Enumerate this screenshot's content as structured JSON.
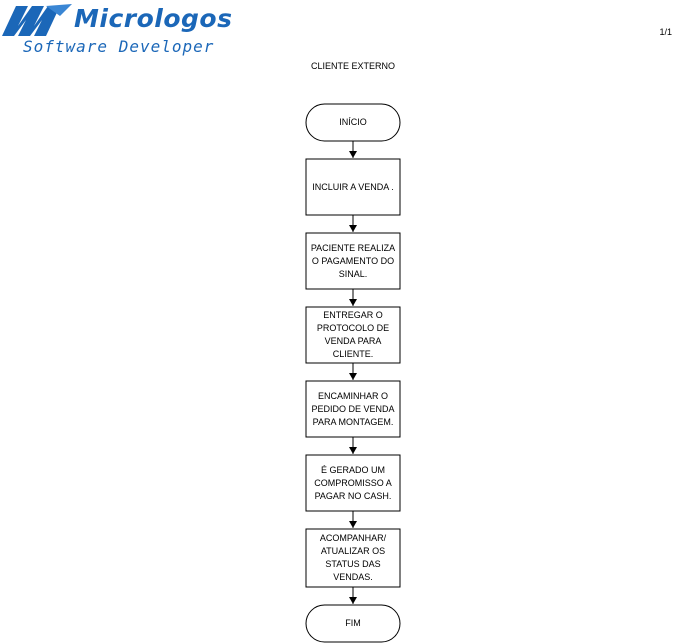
{
  "header": {
    "logo_name": "Micrologos",
    "logo_tagline": "Software Developer",
    "page_number": "1/1",
    "title": "CLIENTE EXTERNO"
  },
  "flowchart": {
    "nodes": [
      {
        "id": "inicio",
        "label": "INÍCIO",
        "shape": "terminator"
      },
      {
        "id": "incluir",
        "label": "INCLUIR A VENDA .",
        "shape": "process"
      },
      {
        "id": "sinal",
        "label": "PACIENTE REALIZA O PAGAMENTO DO SINAL.",
        "shape": "process"
      },
      {
        "id": "protocolo",
        "label": "ENTREGAR O PROTOCOLO DE VENDA PARA CLIENTE.",
        "shape": "process"
      },
      {
        "id": "montagem",
        "label": "ENCAMINHAR O PEDIDO DE VENDA PARA MONTAGEM.",
        "shape": "process"
      },
      {
        "id": "compromisso",
        "label": "É GERADO UM COMPROMISSO A PAGAR NO CASH.",
        "shape": "process"
      },
      {
        "id": "status",
        "label": "ACOMPANHAR/ ATUALIZAR OS STATUS DAS VENDAS.",
        "shape": "process"
      },
      {
        "id": "fim",
        "label": "FIM",
        "shape": "terminator"
      }
    ]
  },
  "colors": {
    "brand": "#1b67b8",
    "line": "#000000"
  }
}
